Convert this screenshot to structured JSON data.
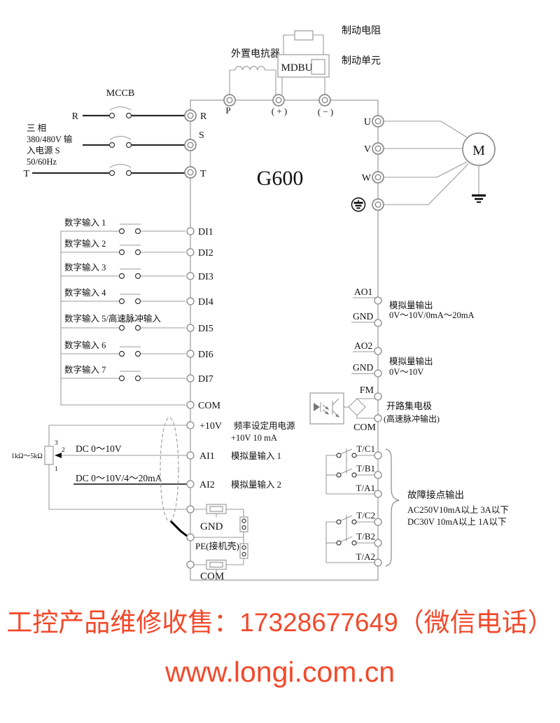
{
  "diagram": {
    "model": "G600",
    "brake": {
      "reactor_label": "外置电抗器",
      "resistor_label": "制动电阻",
      "unit_box_label": "MDBU",
      "unit_label": "制动单元"
    },
    "top_terminals": {
      "p": "P",
      "plus": "( + )",
      "minus": "( − )"
    },
    "power": {
      "mccb": "MCCB",
      "src_r": "R",
      "src_t": "T",
      "desc1": "三 相",
      "desc2": "380/480V 输",
      "desc3": "入电源 S",
      "desc4": "50/60Hz",
      "term_r": "R",
      "term_s": "S",
      "term_t": "T"
    },
    "digital": {
      "items": [
        {
          "label": "数字输入 1",
          "terminal": "DI1"
        },
        {
          "label": "数字输入 2",
          "terminal": "DI2"
        },
        {
          "label": "数字输入 3",
          "terminal": "DI3"
        },
        {
          "label": "数字输入 4",
          "terminal": "DI4"
        },
        {
          "label": "数字输入 5/高速脉冲输入",
          "terminal": "DI5"
        },
        {
          "label": "数字输入 6",
          "terminal": "DI6"
        },
        {
          "label": "数字输入 7",
          "terminal": "DI7"
        }
      ],
      "com": "COM"
    },
    "analog_in": {
      "pot_label": "1kΩ～5kΩ",
      "pin3": "3",
      "pin2": "2",
      "pin1": "1",
      "p10v": "+10V",
      "p10v_desc1": "频率设定用电源",
      "p10v_desc2": "+10V 10 mA",
      "signal1": "DC 0～10V",
      "ai1": "AI1",
      "ai1_desc": "模拟量输入 1",
      "signal2": "DC 0～10V/4～20mA",
      "ai2": "AI2",
      "ai2_desc": "模拟量输入 2",
      "gnd": "GND",
      "pe": "PE(接机壳)",
      "com": "COM"
    },
    "motor": {
      "u": "U",
      "v": "V",
      "w": "W",
      "m": "M"
    },
    "analog_out": {
      "ao1": "AO1",
      "gnd1": "GND",
      "desc1a": "模拟量输出",
      "desc1b": "0V～10V/0mA～20mA",
      "ao2": "AO2",
      "gnd2": "GND",
      "desc2a": "模拟量输出",
      "desc2b": "0V～10V"
    },
    "pulse": {
      "fm": "FM",
      "com": "COM",
      "desc1": "开路集电极",
      "desc2": "(高速脉冲输出)"
    },
    "relay": {
      "tc1": "T/C1",
      "tb1": "T/B1",
      "ta1": "T/A1",
      "tc2": "T/C2",
      "tb2": "T/B2",
      "ta2": "T/A2",
      "desc1": "故障接点输出",
      "desc2": "AC250V10mA以上  3A以下",
      "desc3": "DC30V 10mA以上  1A以下"
    }
  },
  "footer": {
    "contact": "工控产品维修收售：17328677649（微信电话）",
    "website": "www.longi.com.cn",
    "color": "#f2492b"
  }
}
